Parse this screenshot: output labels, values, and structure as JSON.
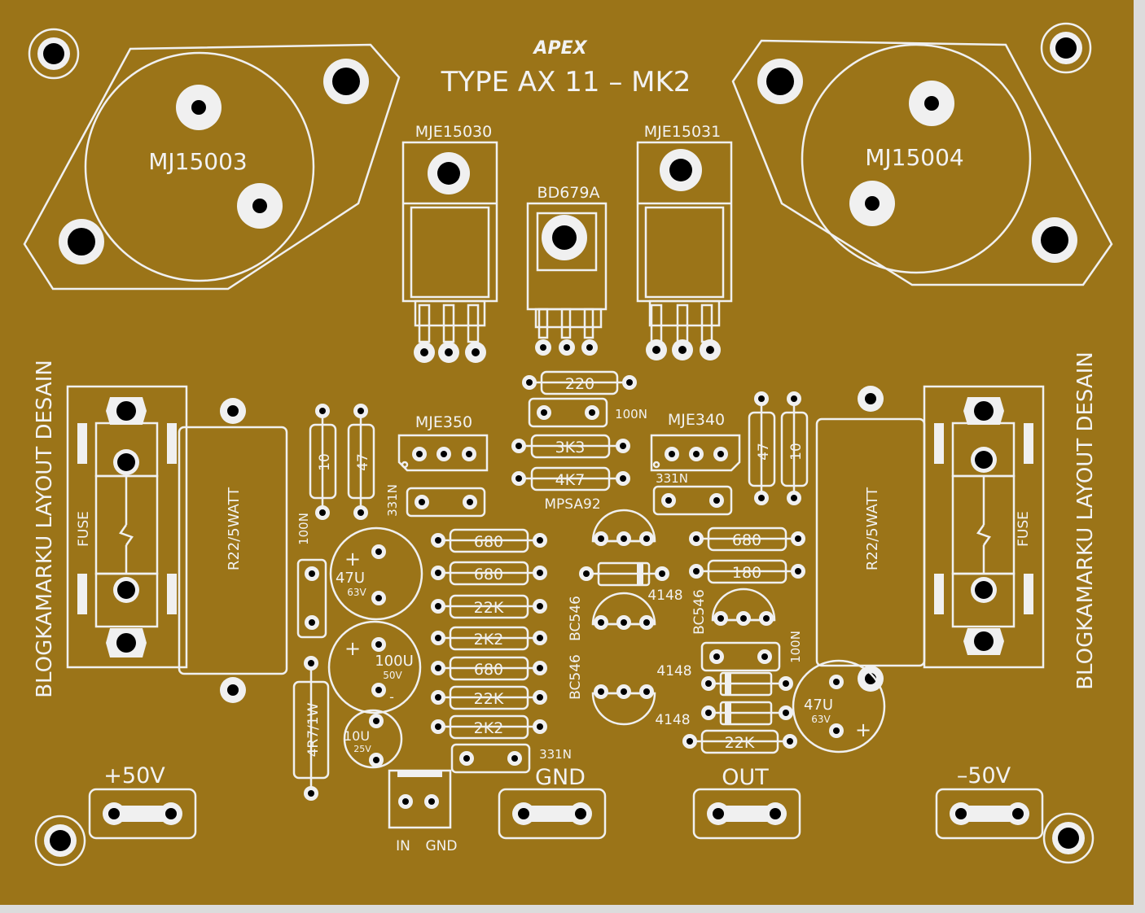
{
  "board": {
    "brand": "APEX",
    "title": "TYPE AX 11 – MK2",
    "side_label": "BLOGKAMARKU LAYOUT DESAIN",
    "colors": {
      "board": "#9b7418",
      "silk": "#f0f0f0",
      "hole": "#000000"
    }
  },
  "transistors": {
    "q_left": "MJ15003",
    "q_right": "MJ15004",
    "drv_left": "MJE15030",
    "drv_right": "MJE15031",
    "bias": "BD679A",
    "vas_left": "MJE350",
    "vas_right": "MJE340",
    "mpsa": "MPSA92",
    "bc_a": "BC546",
    "bc_b": "BC546",
    "bc_c": "BC546"
  },
  "parts": {
    "fuse": "FUSE",
    "rpow": "R22/5WATT",
    "r10": "10",
    "r47": "47",
    "c331n": "331N",
    "c100n": "100N",
    "r220": "220",
    "r3k3": "3K3",
    "r4k7": "4K7",
    "r680": "680",
    "r22k": "22K",
    "r2k2": "2K2",
    "r180": "180",
    "d4148": "4148",
    "r4r7": "4R7/1W",
    "cap47": "47U",
    "cap47v": "63V",
    "cap100": "100U",
    "cap100v": "50V",
    "cap10": "10U",
    "cap10v": "25V",
    "plus": "+",
    "minus": "-"
  },
  "terminals": {
    "vpos": "+50V",
    "vneg": "–50V",
    "gnd": "GND",
    "out": "OUT",
    "in": "IN",
    "in_gnd": "GND"
  }
}
